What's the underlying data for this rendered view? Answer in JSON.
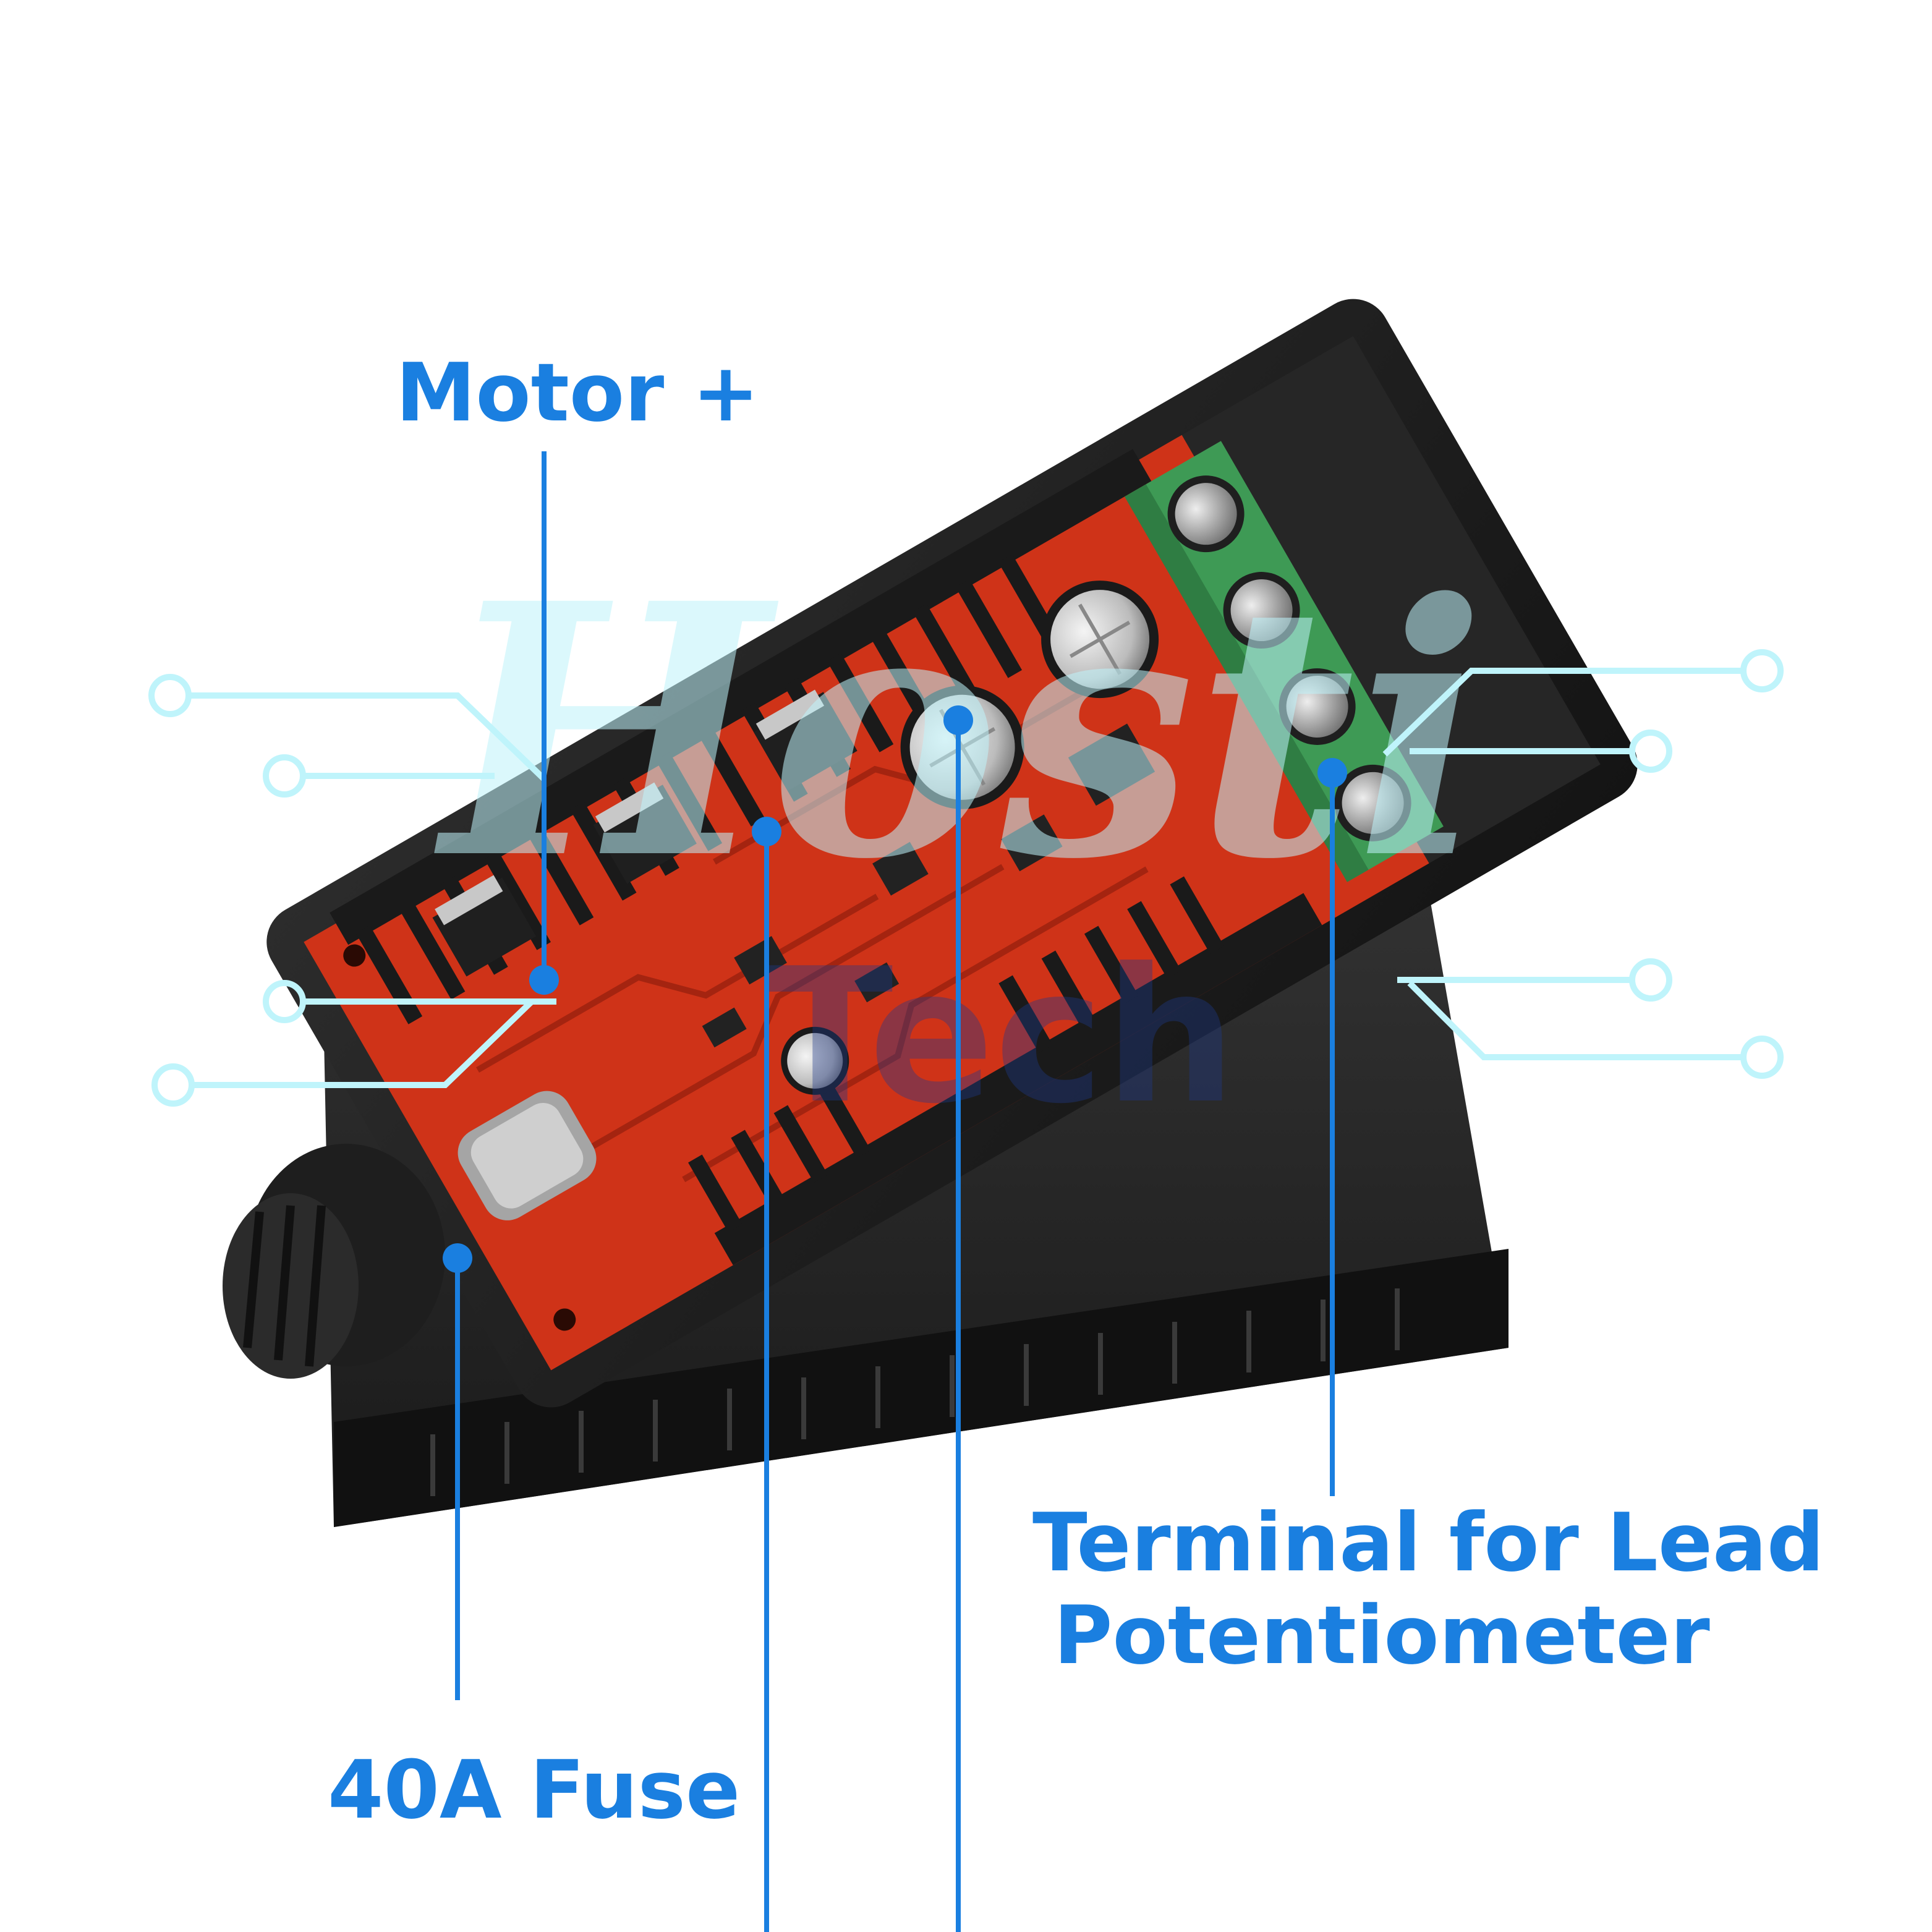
{
  "callouts": {
    "motor_plus": "Motor +",
    "fuse": "40A Fuse",
    "terminal_line1": "Terminal for Lead",
    "terminal_line2": "Potentiometer"
  },
  "watermark": {
    "line1": "Hosti",
    "line2": "Tech"
  },
  "colors": {
    "callout_blue": "#1a7fe0",
    "watermark_cyan": "#bff4fb",
    "case_black": "#1c1c1c",
    "pcb_red": "#d2341a",
    "terminal_green": "#3e9a55"
  },
  "icons": [
    "circuit-trace-icon",
    "callout-dot-icon",
    "screw-terminal-icon",
    "capacitor-icon",
    "control-knob-icon"
  ]
}
